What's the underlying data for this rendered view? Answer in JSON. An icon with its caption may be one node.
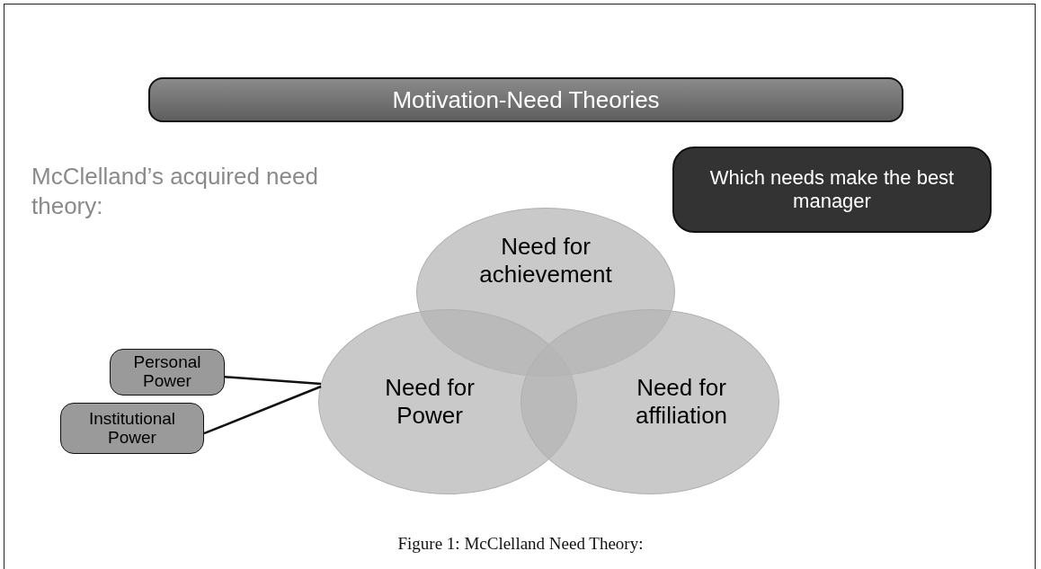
{
  "diagram": {
    "caption": "Figure 1: McClelland Need Theory:",
    "nodes": [
      {
        "text": [
          "Motivation-Need Theories"
        ]
      },
      {
        "text": [
          "Which needs make the best manager"
        ]
      },
      {
        "text": [
          "Need for achievement"
        ]
      },
      {
        "text": [
          "Need for Power"
        ]
      },
      {
        "text": [
          "Need for affiliation"
        ]
      },
      {
        "text": [
          "Personal Power"
        ]
      },
      {
        "text": [
          "Institutional Power"
        ]
      }
    ],
    "edges": [
      {
        "from": 5,
        "to": 3,
        "arrow": "none"
      },
      {
        "from": 6,
        "to": 3,
        "arrow": "none"
      }
    ],
    "labels": [
      "McClelland’s acquired need theory:"
    ]
  }
}
